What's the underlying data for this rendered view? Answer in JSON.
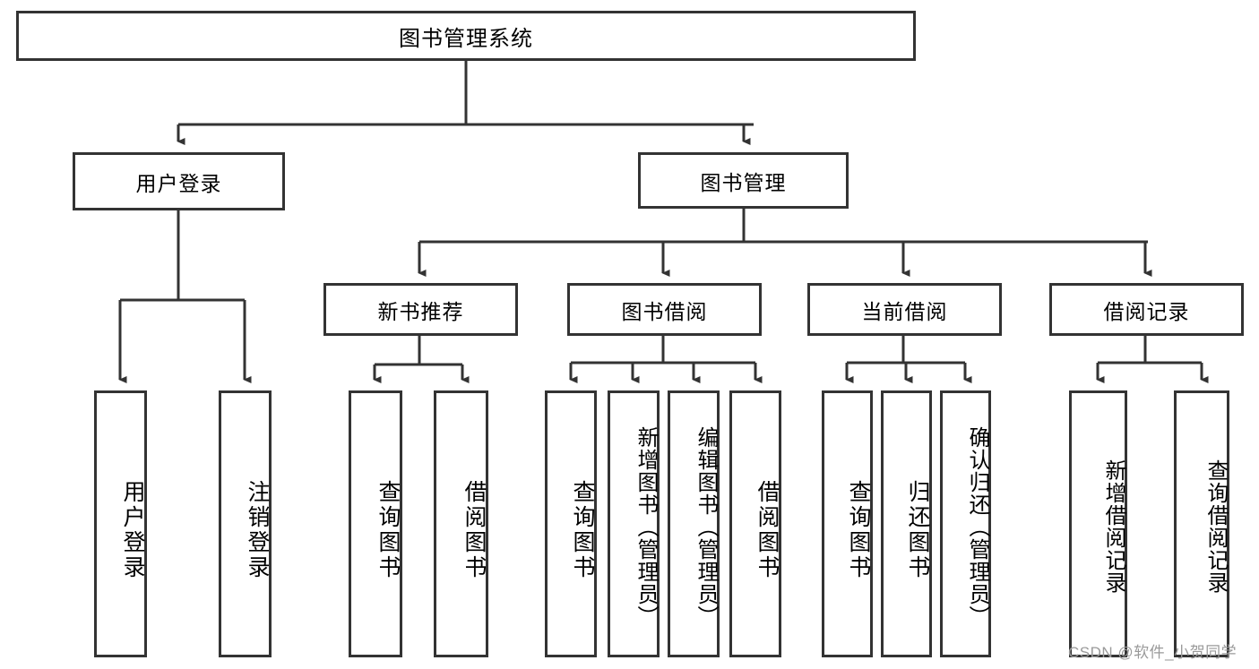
{
  "diagram": {
    "title": "图书管理系统",
    "watermark": "CSDN @软件_小贺同学",
    "colors": {
      "stroke": "#333333",
      "fill": "#ffffff",
      "text": "#000000",
      "watermark": "#9a9a9a"
    },
    "levels": {
      "root": {
        "label": "图书管理系统"
      },
      "level1": [
        {
          "label": "用户登录"
        },
        {
          "label": "图书管理"
        }
      ],
      "level2": [
        {
          "label": "新书推荐"
        },
        {
          "label": "图书借阅"
        },
        {
          "label": "当前借阅"
        },
        {
          "label": "借阅记录"
        }
      ],
      "leaves": {
        "user_login": [
          {
            "label": "用户登录"
          },
          {
            "label": "注销登录"
          }
        ],
        "new_book_recommend": [
          {
            "label": "查询图书"
          },
          {
            "label": "借阅图书"
          }
        ],
        "book_borrow": [
          {
            "label": "查询图书"
          },
          {
            "label": "新增图书（管理员）"
          },
          {
            "label": "编辑图书（管理员）"
          },
          {
            "label": "借阅图书"
          }
        ],
        "current_borrow": [
          {
            "label": "查询图书"
          },
          {
            "label": "归还图书"
          },
          {
            "label": "确认归还（管理员）"
          }
        ],
        "borrow_record": [
          {
            "label": "新增借阅记录"
          },
          {
            "label": "查询借阅记录"
          }
        ]
      }
    }
  }
}
